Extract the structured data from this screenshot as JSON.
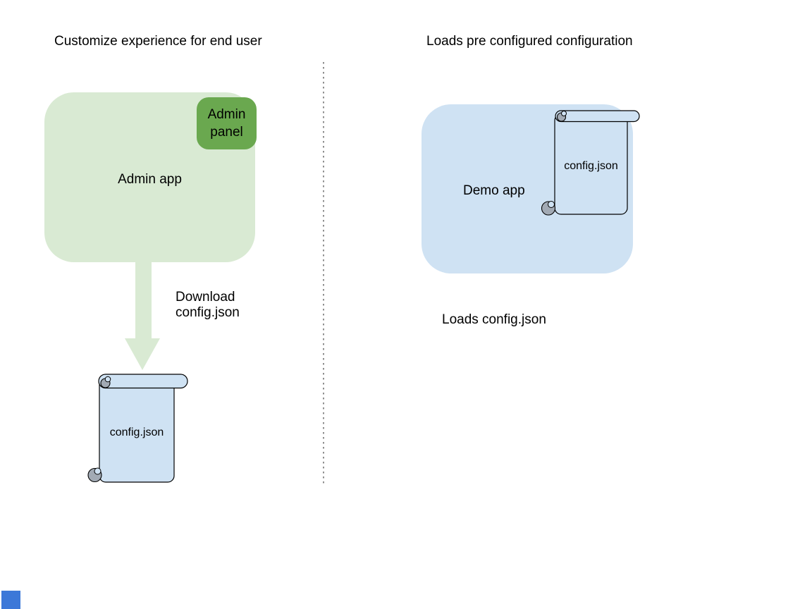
{
  "colors": {
    "light_green": "#d9ead3",
    "green": "#6aa84f",
    "light_blue": "#cfe2f3",
    "outline": "#000000",
    "curl_gray": "#a2aab4",
    "divider_gray": "#8f8f8f",
    "corner_square_blue": "#3c78d8",
    "text": "#000000"
  },
  "left_section": {
    "title": "Customize experience for end user",
    "admin_app_label": "Admin app",
    "admin_panel_label": "Admin panel",
    "arrow_caption": "Download config.json",
    "file_label": "config.json"
  },
  "right_section": {
    "title": "Loads pre configured configuration",
    "demo_app_label": "Demo app",
    "file_label": "config.json",
    "caption": "Loads config.json"
  }
}
